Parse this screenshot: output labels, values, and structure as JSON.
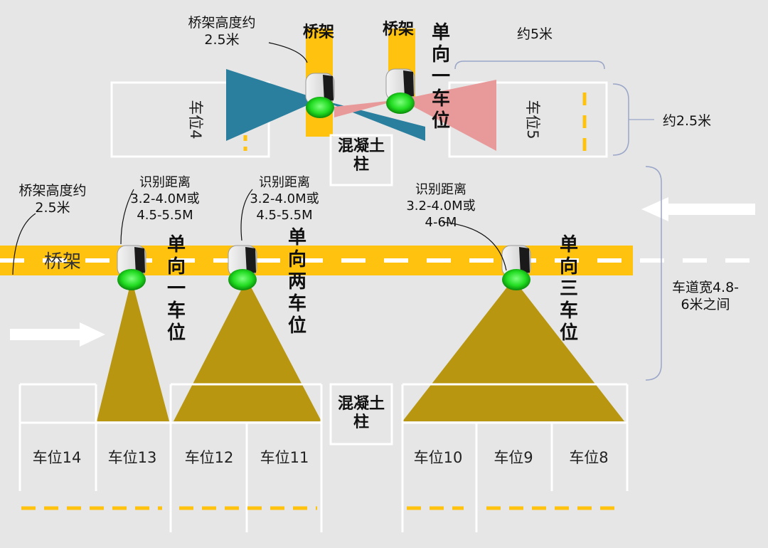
{
  "title": "",
  "labels": {
    "tray_height_top": [
      "桥架高度约",
      "2.5米"
    ],
    "tray_height_left": [
      "桥架高度约",
      "2.5米"
    ],
    "tray_top_1": "桥架",
    "tray_top_2": "桥架",
    "tray_mid": "桥架",
    "approx_5m": "约5米",
    "approx_25m": "约2.5米",
    "lane_width": [
      "车道宽4.8-",
      "6米之间"
    ],
    "pillar_top": [
      "混凝土",
      "柱"
    ],
    "pillar_bottom": [
      "混凝土",
      "柱"
    ],
    "range_1": [
      "识别距离",
      "3.2-4.0M或",
      "4.5-5.5M"
    ],
    "range_2": [
      "识别距离",
      "3.2-4.0M或",
      "4.5-5.5M"
    ],
    "range_3": [
      "识别距离",
      "3.2-4.0M或",
      "4-6M"
    ],
    "type_top": [
      "单",
      "向",
      "一",
      "车",
      "位"
    ],
    "type_one": [
      "单",
      "向",
      "一",
      "车",
      "位"
    ],
    "type_two": [
      "单",
      "向",
      "两",
      "车",
      "位"
    ],
    "type_three": [
      "单",
      "向",
      "三",
      "车",
      "位"
    ]
  },
  "slots": {
    "top_left": "车位4",
    "top_right": "车位5",
    "bottom": [
      "车位14",
      "车位13",
      "车位12",
      "车位11",
      "车位10",
      "车位9",
      "车位8"
    ]
  },
  "colors": {
    "background": "#e6e6e6",
    "tray": "#ffc20e",
    "cone_main": "#b8960f",
    "cone_blue": "#2a7f9e",
    "cone_pink": "#e89a9a",
    "led_green": "#22dd22",
    "arrow": "#ffffff"
  },
  "icons": {
    "sensor": "parking-guidance-sensor-icon",
    "arrow_right": "arrow-right-icon",
    "arrow_left": "arrow-left-icon"
  }
}
